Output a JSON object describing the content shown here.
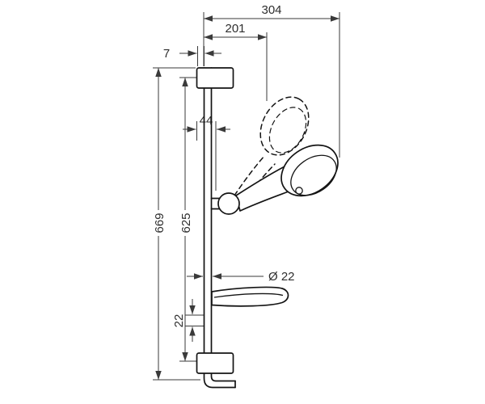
{
  "drawing": {
    "type": "technical-dimension-drawing",
    "subject": "shower slide bar set with hand shower, wall brackets, soap dish and hose outlet",
    "dimensions": {
      "overall_width": "304",
      "holder_reach": "201",
      "top_offset": "7",
      "holder_offset": "44",
      "overall_height": "669",
      "bar_height": "625",
      "bar_diameter": "Ø 22",
      "bottom_offset": "22"
    },
    "colors": {
      "part_line": "#141414",
      "dimension_line": "#3a3a3a",
      "background": "#ffffff"
    }
  }
}
